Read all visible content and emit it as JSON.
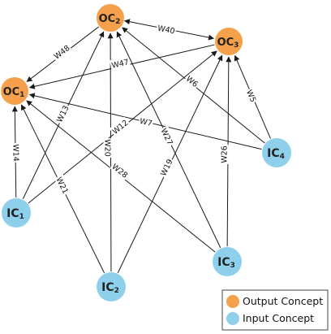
{
  "colors": {
    "output": "#F5A04A",
    "input": "#8ED0EC"
  },
  "nodes": [
    {
      "id": "OC2",
      "main": "OC",
      "sub": "2",
      "kind": "output"
    },
    {
      "id": "OC3",
      "main": "OC",
      "sub": "3",
      "kind": "output"
    },
    {
      "id": "OC1",
      "main": "OC",
      "sub": "1",
      "kind": "output"
    },
    {
      "id": "IC4",
      "main": "IC",
      "sub": "4",
      "kind": "input"
    },
    {
      "id": "IC1",
      "main": "IC",
      "sub": "1",
      "kind": "input"
    },
    {
      "id": "IC3",
      "main": "IC",
      "sub": "3",
      "kind": "input"
    },
    {
      "id": "IC2",
      "main": "IC",
      "sub": "2",
      "kind": "input"
    }
  ],
  "edges": [
    {
      "from": "OC2",
      "to": "OC1",
      "label": "W48"
    },
    {
      "from": "OC2",
      "to": "OC3",
      "label": "W40",
      "bidirectional": true
    },
    {
      "from": "OC3",
      "to": "OC1",
      "label": "W47"
    },
    {
      "from": "IC4",
      "to": "OC2",
      "label": "W6"
    },
    {
      "from": "IC4",
      "to": "OC3",
      "label": "W5"
    },
    {
      "from": "IC4",
      "to": "OC1",
      "label": "W7"
    },
    {
      "from": "IC1",
      "to": "OC1",
      "label": "W14"
    },
    {
      "from": "IC1",
      "to": "OC2",
      "label": "W13"
    },
    {
      "from": "IC1",
      "to": "OC3",
      "label": "W12"
    },
    {
      "from": "IC2",
      "to": "OC1",
      "label": "W21"
    },
    {
      "from": "IC2",
      "to": "OC2",
      "label": "W20"
    },
    {
      "from": "IC2",
      "to": "OC3",
      "label": "W19"
    },
    {
      "from": "IC3",
      "to": "OC1",
      "label": "W28"
    },
    {
      "from": "IC3",
      "to": "OC2",
      "label": "W27"
    },
    {
      "from": "IC3",
      "to": "OC3",
      "label": "W26"
    }
  ],
  "legend": {
    "output_label": "Output Concept",
    "input_label": "Input Concept"
  }
}
